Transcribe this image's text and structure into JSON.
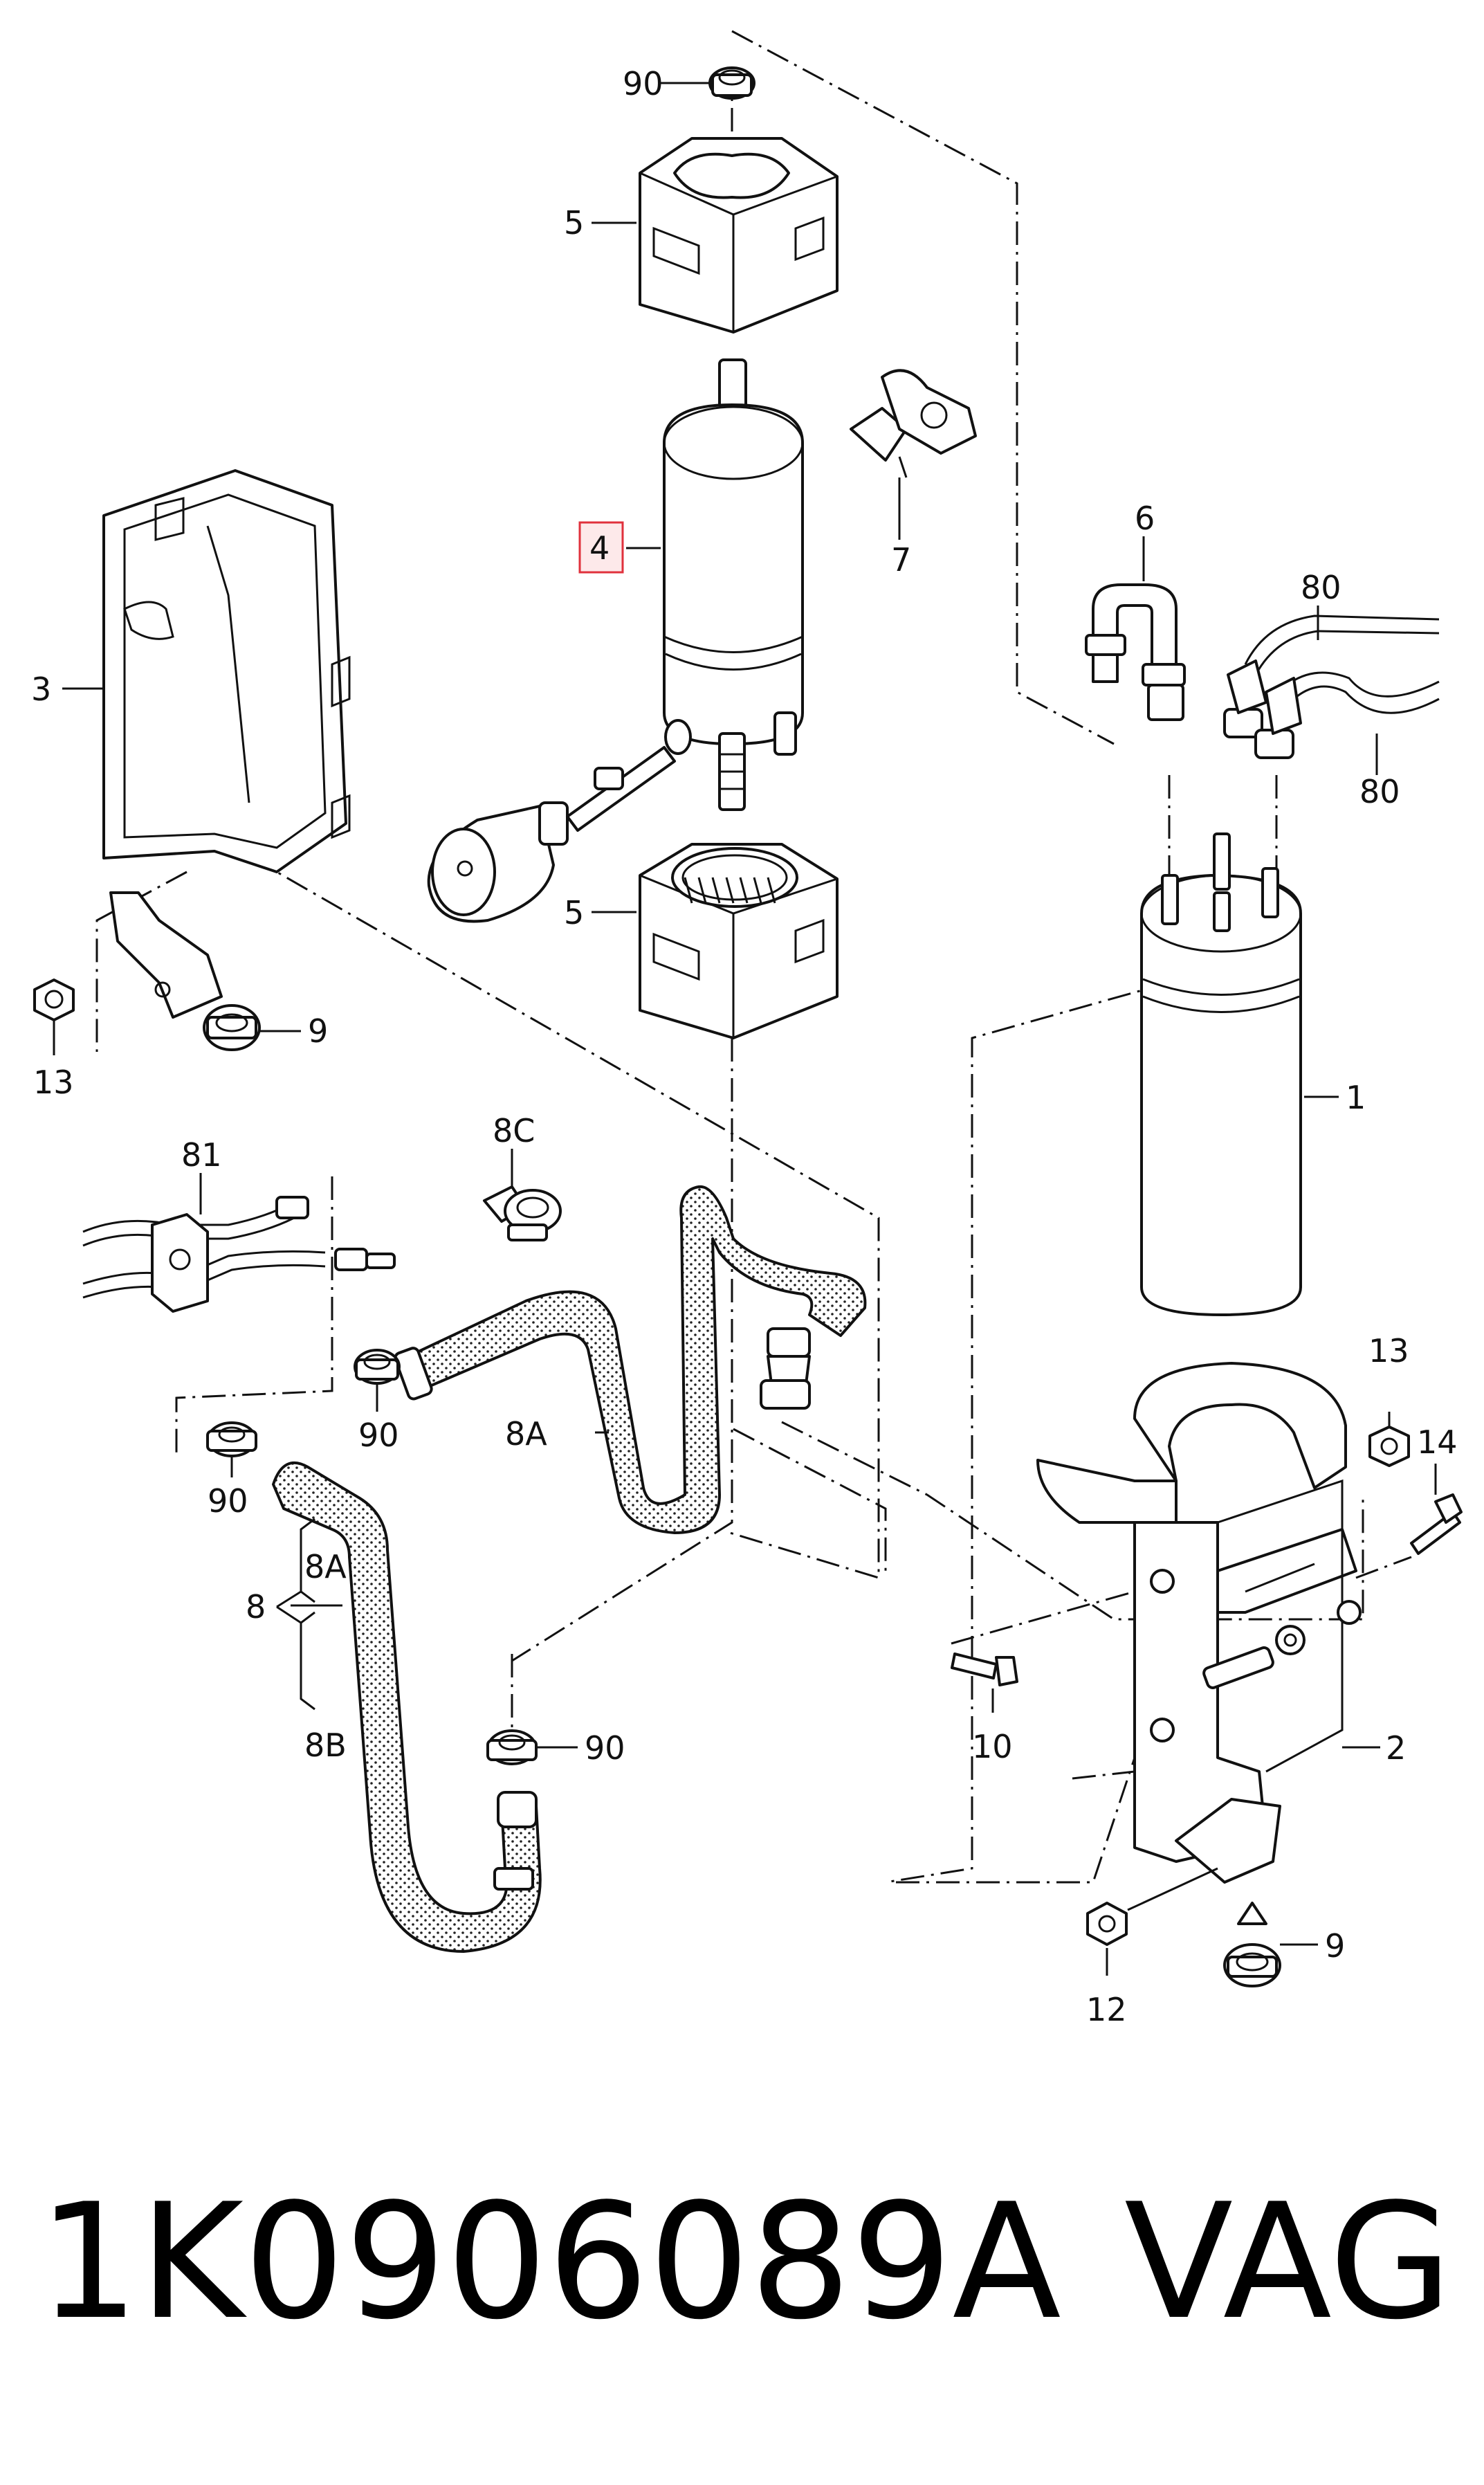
{
  "callouts": {
    "c90_top": "90",
    "c5_top": "5",
    "c4": "4",
    "c7": "7",
    "c6": "6",
    "c80_a": "80",
    "c80_b": "80",
    "c3": "3",
    "c5_bottom": "5",
    "c13_left": "13",
    "c9_left": "9",
    "c1": "1",
    "c81": "81",
    "c8C": "8C",
    "c90_mid": "90",
    "c8A_hose": "8A",
    "c90_left": "90",
    "c8": "8",
    "c8A_brace": "8A",
    "c8B_brace": "8B",
    "c90_bottom": "90",
    "c13_right": "13",
    "c14": "14",
    "c10": "10",
    "c2": "2",
    "c9_right": "9",
    "c12": "12"
  },
  "highlight_color": "#e0313c",
  "footer": {
    "part_number": "1K0906089A",
    "brand": "VAG"
  }
}
